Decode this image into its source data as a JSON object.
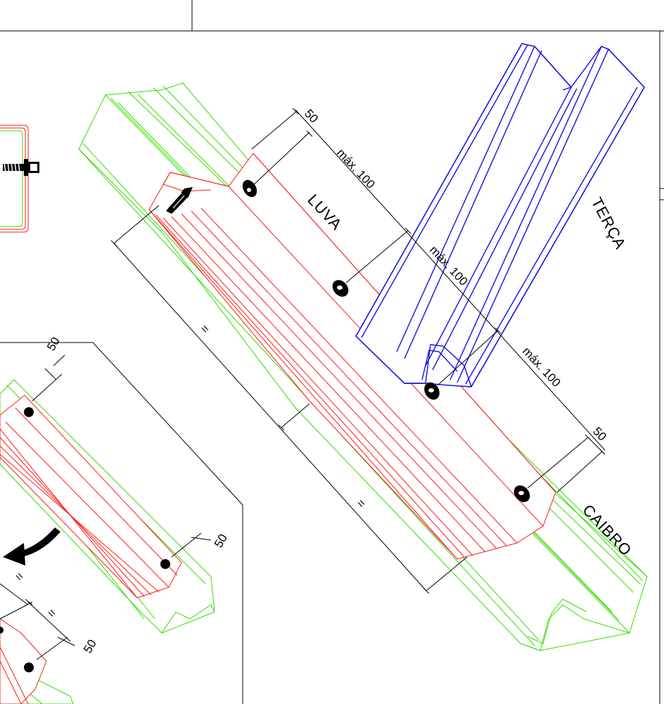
{
  "labels": {
    "luva": "LUVA",
    "terca": "TERÇA",
    "caibro": "CAIBRO"
  },
  "dimensions": {
    "end_gap_top": "50",
    "max_spacing_1": "máx. 100",
    "max_spacing_2": "máx. 100",
    "max_spacing_3": "máx. 100",
    "end_gap_bottom": "50",
    "equal_1": "=",
    "equal_2": "=",
    "detail_gap_top": "50",
    "detail_gap_right": "50",
    "detail_gap_bottom": "50",
    "detail_equal_1": "=",
    "detail_equal_2": "="
  },
  "colors": {
    "luva": "#ff1a1a",
    "caibro": "#33dd00",
    "terca": "#1010e0",
    "dimension_lines": "#000000"
  }
}
